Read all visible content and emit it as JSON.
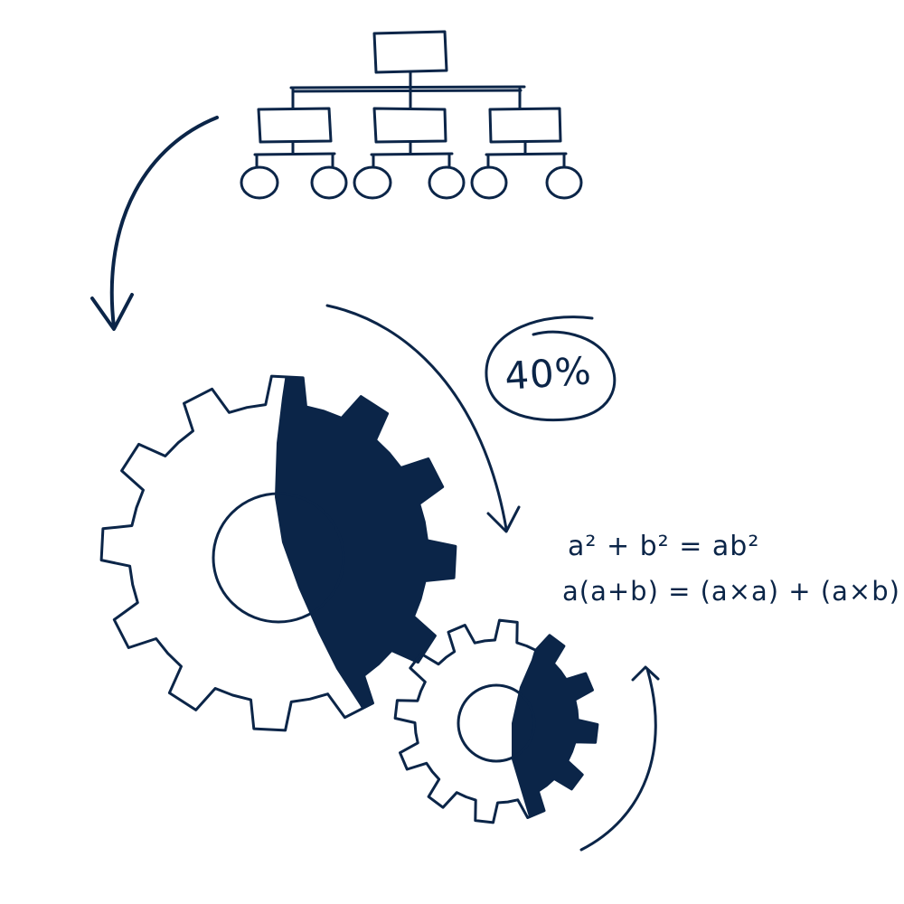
{
  "colors": {
    "ink": "#0b2548",
    "background": "#ffffff"
  },
  "annotations": {
    "percentage": "40%",
    "formula_line_1": "a² + b² = ab²",
    "formula_line_2": "a(a+b) = (a×a) + (a×b)"
  },
  "icons": {
    "org_chart": "org-chart-icon",
    "arrow_org_to_gears": "curved-arrow-icon",
    "arrow_over_gears": "curved-arrow-icon",
    "arrow_small_gear": "curved-arrow-icon",
    "large_gear": "gear-icon",
    "small_gear": "gear-icon"
  },
  "gears": {
    "large": {
      "teeth": 12,
      "dark_fill_fraction": 0.4
    },
    "small": {
      "teeth": 12,
      "dark_fill_fraction": 0.4
    }
  }
}
